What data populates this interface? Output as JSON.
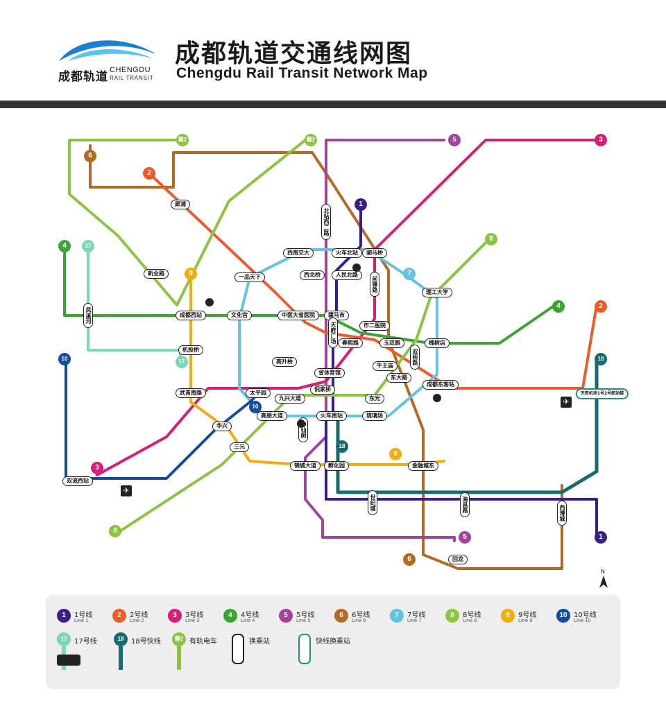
{
  "header": {
    "logo_cn": "成都轨道",
    "logo_en_line1": "CHENGDU",
    "logo_en_line2": "RAIL TRANSIT",
    "title_cn": "成都轨道交通线网图",
    "title_en": "Chengdu Rail Transit Network Map"
  },
  "colors": {
    "line1": "#3a1f8c",
    "line2": "#ee5a2a",
    "line3": "#d81e77",
    "line4": "#3aa535",
    "line5": "#a2449c",
    "line6": "#b36a25",
    "line7": "#64c4e0",
    "line8": "#8bc43f",
    "line9": "#f1ac0e",
    "line10": "#164aa1",
    "line17": "#7bd7b5",
    "line18": "#156b6e",
    "tram2": "#8bc43f",
    "header_bar": "#333333",
    "legend_bg": "#eeeeee"
  },
  "map": {
    "endpoint_badges": [
      {
        "label": "1",
        "color": "#3a1f8c",
        "pos": "north"
      },
      {
        "label": "1",
        "color": "#3a1f8c",
        "pos": "south"
      },
      {
        "label": "2",
        "color": "#ee5a2a",
        "pos": "west"
      },
      {
        "label": "2",
        "color": "#ee5a2a",
        "pos": "east"
      },
      {
        "label": "3",
        "color": "#d81e77",
        "pos": "northeast"
      },
      {
        "label": "3",
        "color": "#d81e77",
        "pos": "southwest"
      },
      {
        "label": "4",
        "color": "#3aa535",
        "pos": "west"
      },
      {
        "label": "4",
        "color": "#3aa535",
        "pos": "east"
      },
      {
        "label": "5",
        "color": "#a2449c",
        "pos": "north"
      },
      {
        "label": "5",
        "color": "#a2449c",
        "pos": "south"
      },
      {
        "label": "6",
        "color": "#b36a25",
        "pos": "northwest"
      },
      {
        "label": "6",
        "color": "#b36a25",
        "pos": "south"
      },
      {
        "label": "7",
        "color": "#64c4e0",
        "pos": "loop"
      },
      {
        "label": "8",
        "color": "#8bc43f",
        "pos": "northeast"
      },
      {
        "label": "8",
        "color": "#8bc43f",
        "pos": "southwest"
      },
      {
        "label": "9",
        "color": "#f1ac0e",
        "pos": "north"
      },
      {
        "label": "9",
        "color": "#f1ac0e",
        "pos": "south"
      },
      {
        "label": "10",
        "color": "#164aa1",
        "pos": "west"
      },
      {
        "label": "10",
        "color": "#164aa1",
        "pos": "center"
      },
      {
        "label": "17",
        "color": "#7bd7b5",
        "pos": "west"
      },
      {
        "label": "17",
        "color": "#7bd7b5",
        "pos": "center"
      },
      {
        "label": "18",
        "color": "#156b6e",
        "pos": "east"
      },
      {
        "label": "18",
        "color": "#156b6e",
        "pos": "center"
      },
      {
        "label": "蓉2",
        "color": "#8bc43f",
        "pos": "northwest"
      },
      {
        "label": "蓉2",
        "color": "#8bc43f",
        "pos": "north"
      }
    ],
    "interchange_stations": [
      "犀浦",
      "新业路",
      "成都西站",
      "文化宫",
      "一品天下",
      "西南交大",
      "西北桥",
      "中医大省医院",
      "骡马市",
      "火车北站",
      "人民北路",
      "驷马桥",
      "前锋路",
      "北站西二路",
      "天府广场",
      "市二医院",
      "春熙路",
      "玉双路",
      "理工大学",
      "槐树店",
      "双桥路",
      "牛王庙",
      "东大路",
      "成都东客站",
      "高升桥",
      "省体育馆",
      "倪家桥",
      "太平园",
      "九兴大道",
      "武青南路",
      "机投桥",
      "凤溪河",
      "华兴",
      "高朋大道",
      "神仙树",
      "火车南站",
      "琉璃场",
      "东光",
      "三元",
      "锦城大道",
      "孵化园",
      "金融城东",
      "双流西站",
      "世纪城",
      "海昌路",
      "西博城",
      "回龙"
    ],
    "express_interchange": "天府机场1号2号航站楼",
    "north_label": "N"
  },
  "legend": {
    "items": [
      {
        "badge": "1",
        "cn": "1号线",
        "en": "Line 1",
        "color": "#3a1f8c"
      },
      {
        "badge": "2",
        "cn": "2号线",
        "en": "Line 2",
        "color": "#ee5a2a"
      },
      {
        "badge": "3",
        "cn": "3号线",
        "en": "Line 3",
        "color": "#d81e77"
      },
      {
        "badge": "4",
        "cn": "4号线",
        "en": "Line 4",
        "color": "#3aa535"
      },
      {
        "badge": "5",
        "cn": "5号线",
        "en": "Line 5",
        "color": "#a2449c"
      },
      {
        "badge": "6",
        "cn": "6号线",
        "en": "Line 6",
        "color": "#b36a25"
      },
      {
        "badge": "7",
        "cn": "7号线",
        "en": "Line 7",
        "color": "#64c4e0"
      },
      {
        "badge": "8",
        "cn": "8号线",
        "en": "Line 8",
        "color": "#8bc43f"
      },
      {
        "badge": "9",
        "cn": "9号线",
        "en": "Line 9",
        "color": "#f1ac0e"
      },
      {
        "badge": "10",
        "cn": "10号线",
        "en": "Line 10",
        "color": "#164aa1"
      }
    ],
    "row2": [
      {
        "badge": "17",
        "cn": "17号线",
        "color": "#7bd7b5"
      },
      {
        "badge": "18",
        "cn": "18号快线",
        "color": "#156b6e"
      },
      {
        "badge": "蓉2",
        "cn": "有轨电车",
        "color": "#8bc43f"
      },
      {
        "cn": "换乘站"
      },
      {
        "cn": "快线换乘站"
      }
    ]
  }
}
